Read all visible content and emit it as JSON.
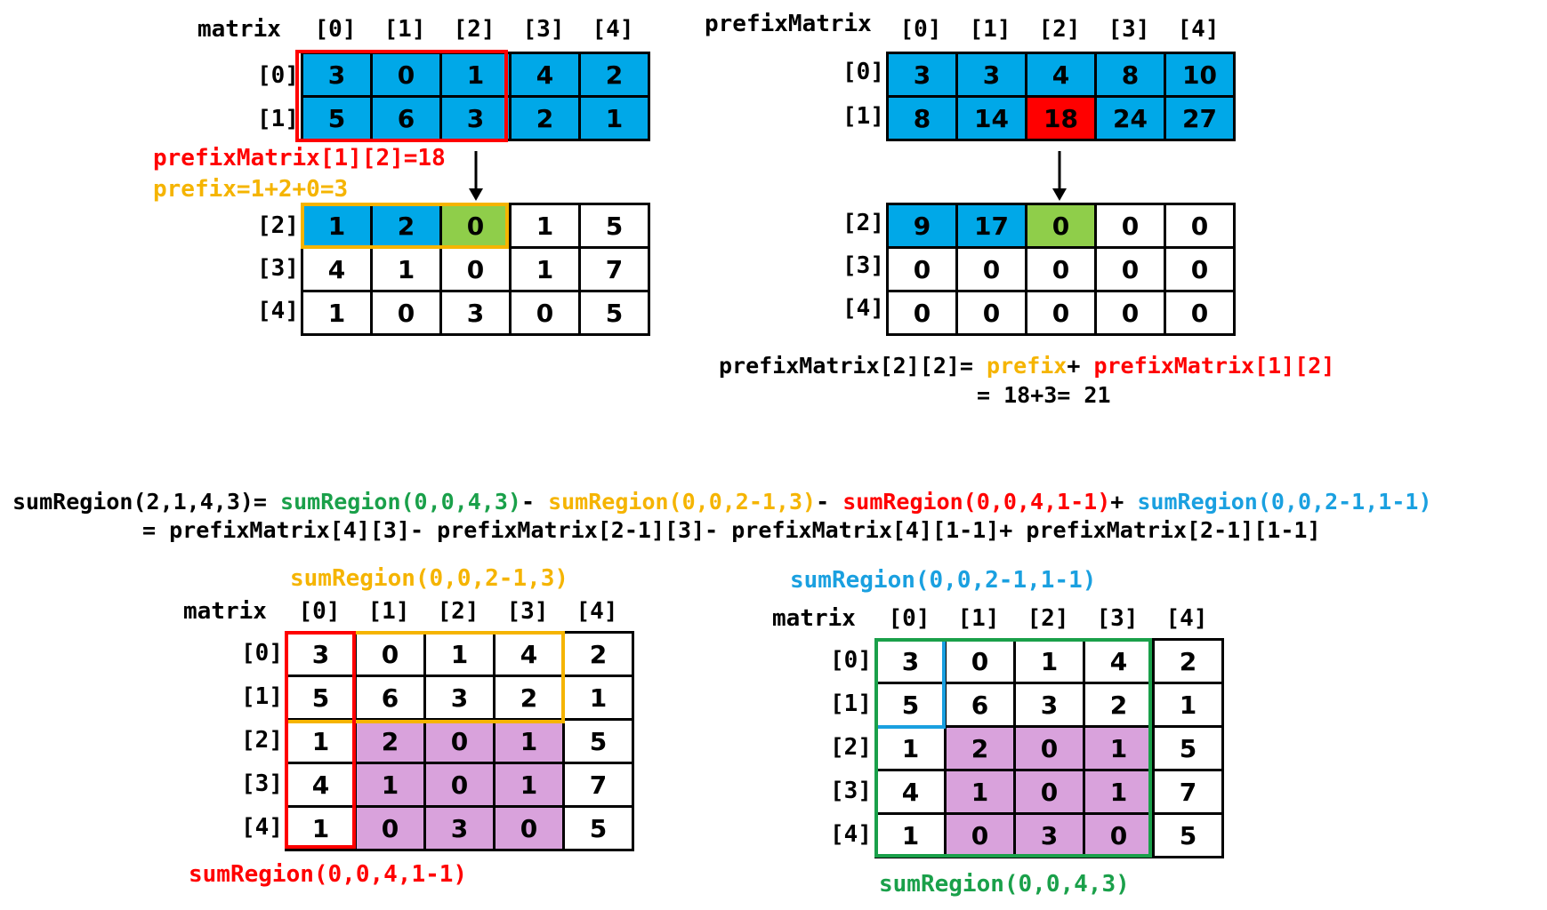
{
  "colors": {
    "blue": "#00a8e8",
    "red": "#ff0000",
    "green_cell": "#8fce4a",
    "purple": "#d9a2dc",
    "orange": "#f5b400",
    "green_box": "#1aa04a",
    "sky": "#1aa0e0",
    "white": "#ffffff"
  },
  "top_left": {
    "title": "matrix",
    "col_headers": [
      "[0]",
      "[1]",
      "[2]",
      "[3]",
      "[4]"
    ],
    "row_headers_top": [
      "[0]",
      "[1]"
    ],
    "row_headers_bottom": [
      "[2]",
      "[3]",
      "[4]"
    ],
    "rows_top": [
      [
        3,
        0,
        1,
        4,
        2
      ],
      [
        5,
        6,
        3,
        2,
        1
      ]
    ],
    "rows_bottom": [
      [
        1,
        2,
        0,
        1,
        5
      ],
      [
        4,
        1,
        0,
        1,
        7
      ],
      [
        1,
        0,
        3,
        0,
        5
      ]
    ],
    "note_red": "prefixMatrix[1][2]=18",
    "note_orange": "prefix=1+2+0=3"
  },
  "top_right": {
    "title": "prefixMatrix",
    "col_headers": [
      "[0]",
      "[1]",
      "[2]",
      "[3]",
      "[4]"
    ],
    "row_headers_top": [
      "[0]",
      "[1]"
    ],
    "row_headers_bottom": [
      "[2]",
      "[3]",
      "[4]"
    ],
    "rows_top": [
      [
        3,
        3,
        4,
        8,
        10
      ],
      [
        8,
        14,
        18,
        24,
        27
      ]
    ],
    "rows_bottom": [
      [
        9,
        17,
        0,
        0,
        0
      ],
      [
        0,
        0,
        0,
        0,
        0
      ],
      [
        0,
        0,
        0,
        0,
        0
      ]
    ],
    "formula_left": "prefixMatrix[2][2]=",
    "formula_prefix": " prefix",
    "formula_plus": "+ ",
    "formula_ref": "prefixMatrix[1][2]",
    "formula_result": "= 18+3= 21"
  },
  "middle": {
    "lhs": "sumRegion(2,1,4,3)=",
    "t1": " sumRegion(0,0,4,3)",
    "op1": "-",
    "t2": " sumRegion(0,0,2-1,3)",
    "op2": "-",
    "t3": " sumRegion(0,0,4,1-1)",
    "op3": "+",
    "t4": " sumRegion(0,0,2-1,1-1)",
    "line2": "= prefixMatrix[4][3]- prefixMatrix[2-1][3]- prefixMatrix[4][1-1]+ prefixMatrix[2-1][1-1]"
  },
  "bottom_left": {
    "caption_top": "sumRegion(0,0,2-1,3)",
    "title": "matrix",
    "col_headers": [
      "[0]",
      "[1]",
      "[2]",
      "[3]",
      "[4]"
    ],
    "row_headers": [
      "[0]",
      "[1]",
      "[2]",
      "[3]",
      "[4]"
    ],
    "rows": [
      [
        3,
        0,
        1,
        4,
        2
      ],
      [
        5,
        6,
        3,
        2,
        1
      ],
      [
        1,
        2,
        0,
        1,
        5
      ],
      [
        4,
        1,
        0,
        1,
        7
      ],
      [
        1,
        0,
        3,
        0,
        5
      ]
    ],
    "caption_bottom": "sumRegion(0,0,4,1-1)"
  },
  "bottom_right": {
    "caption_top": "sumRegion(0,0,2-1,1-1)",
    "title": "matrix",
    "col_headers": [
      "[0]",
      "[1]",
      "[2]",
      "[3]",
      "[4]"
    ],
    "row_headers": [
      "[0]",
      "[1]",
      "[2]",
      "[3]",
      "[4]"
    ],
    "rows": [
      [
        3,
        0,
        1,
        4,
        2
      ],
      [
        5,
        6,
        3,
        2,
        1
      ],
      [
        1,
        2,
        0,
        1,
        5
      ],
      [
        4,
        1,
        0,
        1,
        7
      ],
      [
        1,
        0,
        3,
        0,
        5
      ]
    ],
    "caption_bottom": "sumRegion(0,0,4,3)"
  }
}
